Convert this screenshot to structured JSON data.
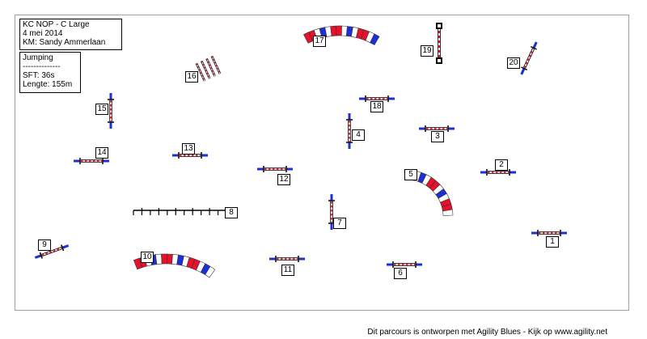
{
  "header": {
    "title": "KC NOP - C Large",
    "date": "4 mei 2014",
    "judge": "KM: Sandy Ammerlaan"
  },
  "course_info": {
    "type": "Jumping",
    "separator": "--------------",
    "sft": "SFT:  36s",
    "length": "Lengte: 155m"
  },
  "obstacles": [
    {
      "number": "1",
      "kind": "jump"
    },
    {
      "number": "2",
      "kind": "jump"
    },
    {
      "number": "3",
      "kind": "jump"
    },
    {
      "number": "4",
      "kind": "jump"
    },
    {
      "number": "5",
      "kind": "tunnel"
    },
    {
      "number": "6",
      "kind": "jump"
    },
    {
      "number": "7",
      "kind": "jump"
    },
    {
      "number": "8",
      "kind": "weave-poles"
    },
    {
      "number": "9",
      "kind": "jump"
    },
    {
      "number": "10",
      "kind": "tunnel"
    },
    {
      "number": "11",
      "kind": "jump"
    },
    {
      "number": "12",
      "kind": "jump"
    },
    {
      "number": "13",
      "kind": "jump"
    },
    {
      "number": "14",
      "kind": "jump"
    },
    {
      "number": "15",
      "kind": "jump"
    },
    {
      "number": "16",
      "kind": "spread-jump"
    },
    {
      "number": "17",
      "kind": "tunnel"
    },
    {
      "number": "18",
      "kind": "jump"
    },
    {
      "number": "19",
      "kind": "wall"
    },
    {
      "number": "20",
      "kind": "jump"
    }
  ],
  "colors": {
    "red": "#e8102a",
    "blue": "#1c2fd8",
    "white": "#ffffff",
    "black": "#000000"
  },
  "footer": "Dit parcours is ontworpen met Agility Blues - Kijk op www.agility.net"
}
